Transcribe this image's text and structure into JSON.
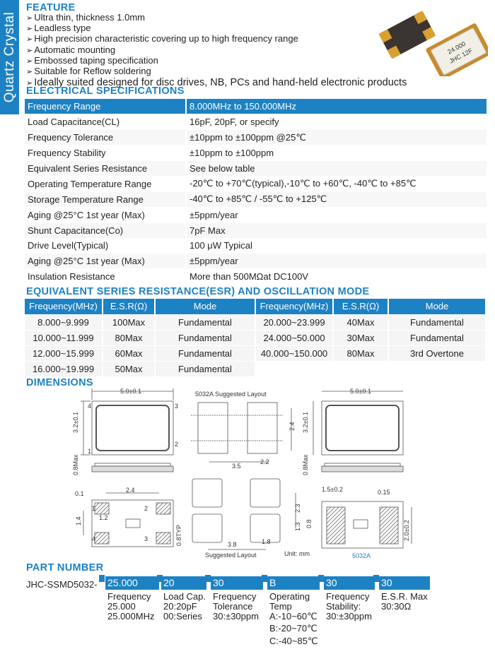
{
  "side_tab": "Quartz Crystal",
  "feature": {
    "heading": "FEATURE",
    "items": [
      "Ultra thin, thickness 1.0mm",
      "Leadless type",
      "High precision characteristic covering up to high frequency range",
      "Automatic mounting",
      "Embossed taping specification",
      "Suitable for Reflow soldering",
      "Ideally suited designed for disc drives, NB, PCs and hand-held electronic products"
    ],
    "photo_label_line1": "24.000",
    "photo_label_line2": "JHC 12F"
  },
  "electrical": {
    "heading": "ELECTRICAL SPECIFICATIONS",
    "rows": [
      {
        "name": "Frequency Range",
        "value": "8.000MHz to 150.000MHz"
      },
      {
        "name": "Load Capacitance(CL)",
        "value": "16pF, 20pF, or specify"
      },
      {
        "name": "Frequency Tolerance",
        "value": "±10ppm to ±100ppm @25℃"
      },
      {
        "name": "Frequency Stability",
        "value": "±10ppm to ±100ppm"
      },
      {
        "name": "Equivalent Series Resistance",
        "value": "See below table"
      },
      {
        "name": "Operating Temperature Range",
        "value": "-20℃ to +70℃(typical),-10℃ to +60℃, -40℃ to +85℃"
      },
      {
        "name": "Storage Temperature Range",
        "value": "-40℃ to +85℃ / -55℃ to +125℃"
      },
      {
        "name": "Aging @25°C 1st year (Max)",
        "value": "±5ppm/year"
      },
      {
        "name": "Shunt Capacitance(Co)",
        "value": "7pF Max"
      },
      {
        "name": "Drive Level(Typical)",
        "value": "100 μW Typical"
      },
      {
        "name": "Aging @25°C 1st year (Max)",
        "value": "±5ppm/year"
      },
      {
        "name": "Insulation Resistance",
        "value": "More than 500MΩat DC100V"
      }
    ]
  },
  "esr": {
    "heading": "EQUIVALENT SERIES RESISTANCE(ESR) AND OSCILLATION MODE",
    "headers": [
      "Frequency(MHz)",
      "E.S.R(Ω)",
      "Mode",
      "Frequency(MHz)",
      "E.S.R(Ω)",
      "Mode"
    ],
    "rows": [
      [
        "8.000~9.999",
        "100Max",
        "Fundamental",
        "20.000~23.999",
        "40Max",
        "Fundamental"
      ],
      [
        "10.000~11.999",
        "80Max",
        "Fundamental",
        "24.000~50.000",
        "30Max",
        "Fundamental"
      ],
      [
        "12.000~15.999",
        "60Max",
        "Fundamental",
        "40.000~150.000",
        "80Max",
        "3rd Overtone"
      ],
      [
        "16.000~19.999",
        "50Max",
        "Fundamental",
        "",
        "",
        ""
      ]
    ]
  },
  "dimensions": {
    "heading": "DIMENSIONS",
    "labels": {
      "w50": "5.0±0.1",
      "h32": "3.2±0.1",
      "t08": "0.8Max",
      "suggested_title": "5032A Suggested Layout",
      "d24": "2.4",
      "d35": "3.5",
      "d22": "2.2",
      "d01": "0.1",
      "d14": "1.4",
      "d12": "1.2",
      "d08typ": "0.8TYP",
      "d23": "2.3",
      "d13": "1.3",
      "d38": "3.8",
      "d18": "1.8",
      "suggested_layout": "Suggested Layout",
      "unit": "Unit: mm",
      "d15": "1.5±0.2",
      "d015": "0.15",
      "d08": "0.8",
      "d20": "2.0±0.2",
      "model": "5032A",
      "p1": "1",
      "p2": "2",
      "p3": "3",
      "p4": "4"
    }
  },
  "part_number": {
    "heading": "PART NUMBER",
    "prefix": "JHC-SSMD5032-",
    "fields": [
      {
        "code": "25.000",
        "desc": [
          "Frequency",
          "25.000",
          "25.000MHz"
        ]
      },
      {
        "code": "20",
        "desc": [
          "Load Cap.",
          "20:20pF",
          "00:Series"
        ]
      },
      {
        "code": "30",
        "desc": [
          "Frequency",
          "Tolerance",
          "30:±30ppm"
        ]
      },
      {
        "code": "B",
        "desc": [
          "Operating",
          "Temp",
          "A:-10~60℃",
          "B:-20~70℃",
          "C:-40~85℃"
        ]
      },
      {
        "code": "30",
        "desc": [
          "Frequency",
          "Stability:",
          "30:±30ppm"
        ]
      },
      {
        "code": "30",
        "desc": [
          "E.S.R. Max",
          "30:30Ω"
        ]
      }
    ]
  },
  "colors": {
    "accent": "#1d82c4"
  }
}
